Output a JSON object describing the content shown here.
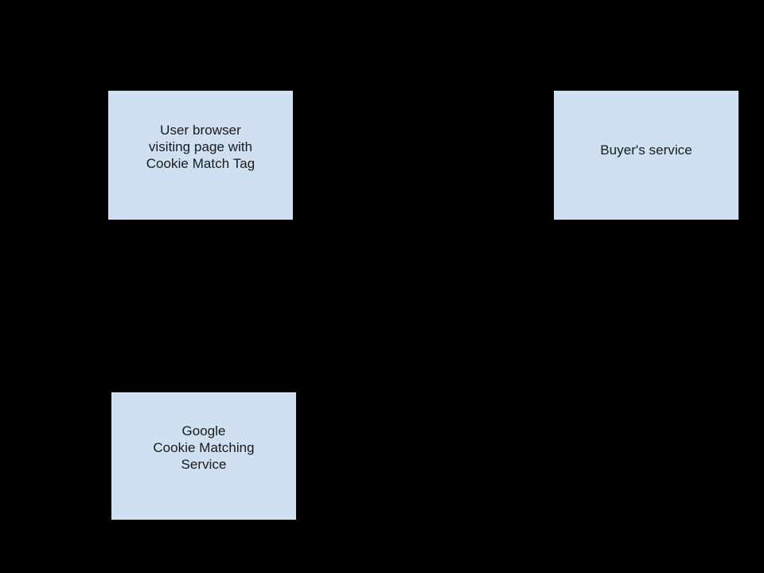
{
  "diagram": {
    "background_color": "#000000",
    "node_fill_color": "#cfe0f2",
    "node_text_color": "#1a1a1a",
    "nodes": [
      {
        "id": "user-browser",
        "label": "User browser\nvisiting page with\nCookie Match Tag"
      },
      {
        "id": "buyers-service",
        "label": "Buyer's service"
      },
      {
        "id": "google-cookie-matching",
        "label": "Google\nCookie Matching\nService"
      }
    ]
  }
}
